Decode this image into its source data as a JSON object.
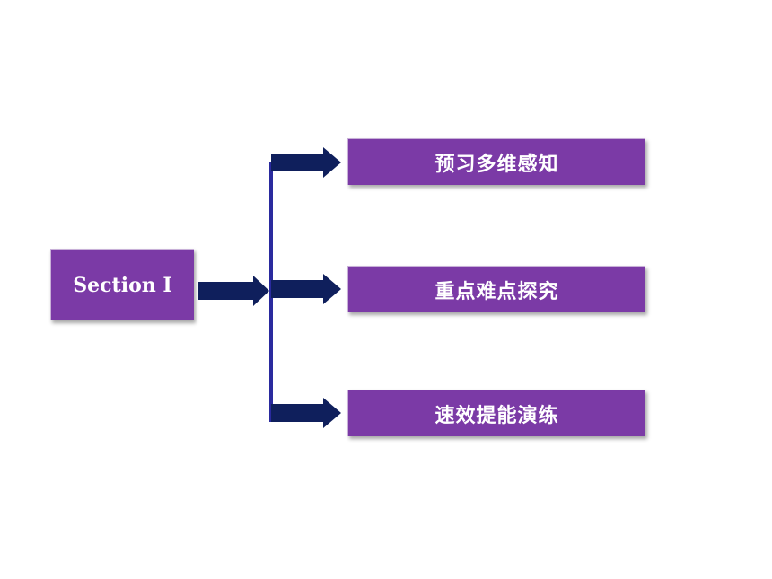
{
  "source": {
    "label": "Section Ⅰ"
  },
  "targets": [
    {
      "label": "预习多维感知"
    },
    {
      "label": "重点难点探究"
    },
    {
      "label": "速效提能演练"
    }
  ],
  "colors": {
    "box_fill": "#7b3aa6",
    "arrow": "#0f1f5c",
    "bracket_line": "#2a2a9e"
  }
}
